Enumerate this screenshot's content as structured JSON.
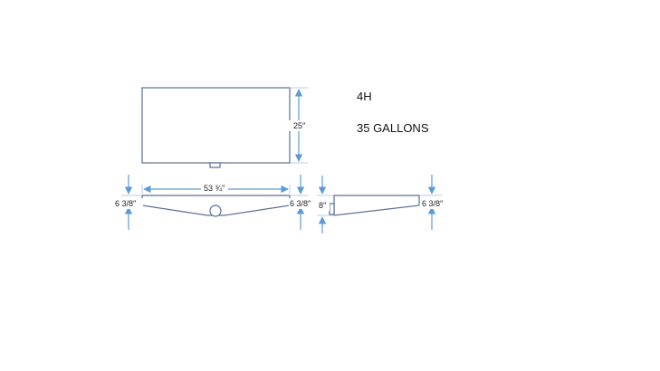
{
  "title": "4H",
  "capacity": "35 GALLONS",
  "dimensions": {
    "height_top": "25″",
    "length": "53 ¾″",
    "depth_left": "6 3/8″",
    "depth_right": "6 3/8″",
    "end_depth_left": "8″",
    "end_depth_right": "6 3/8″"
  },
  "colors": {
    "outline": "#5a6f93",
    "dimension": "#5b9bd5"
  }
}
